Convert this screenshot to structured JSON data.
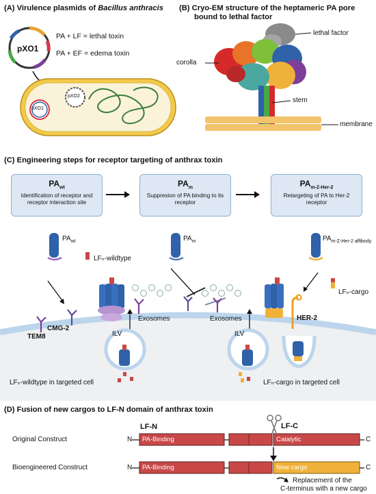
{
  "panelA": {
    "title_prefix": "(A) Virulence plasmids of ",
    "title_italic": "Bacillus anthracis",
    "plasmid_label": "pXO1",
    "line1": "PA + LF = lethal toxin",
    "line2": "PA + EF = edema toxin",
    "inner_pxo1": "pXO1",
    "inner_pxo2": "pXO2"
  },
  "panelB": {
    "title_line1": "(B) Cryo-EM structure of the heptameric PA pore",
    "title_line2": "bound to lethal factor",
    "labels": {
      "lethal_factor": "lethal factor",
      "corolla": "corolla",
      "stem": "stem",
      "membrane": "membrane"
    }
  },
  "panelC": {
    "title": "(C) Engineering steps for receptor targeting of anthrax toxin",
    "steps": [
      {
        "title_main": "PA",
        "title_sub": "wt",
        "desc": "Identification of receptor and receptor interaction site"
      },
      {
        "title_main": "PA",
        "title_sub": "m",
        "desc": "Suppresion of PA binding to its receptor"
      },
      {
        "title_main": "PA",
        "title_sub": "m-Z-Her-2",
        "desc": "Retargeting of PA to Her-2 receptor"
      }
    ],
    "labels": {
      "pa_wt_main": "PA",
      "pa_wt_sub": "wt",
      "lfn_wildtype": "LFₙ-wildtype",
      "pa_m_main": "PA",
      "pa_m_sub": "m",
      "pa_affi_main": "PA",
      "pa_affi_sub": "m-Z-Her-2 affibody",
      "lfn_cargo": "LFₙ-cargo",
      "tem8": "TEM8",
      "cmg2": "CMG-2",
      "exosomes_left": "Exosomes",
      "exosomes_right": "Exosomes",
      "her2": "HER-2",
      "ilv_left": "ILV",
      "ilv_right": "ILV",
      "cell_left": "LFₙ-wildtype in targeted cell",
      "cell_right": "LFₙ-cargo in targeted cell"
    }
  },
  "panelD": {
    "title": "(D) Fusion of new cargos to LF-N domain of anthrax toxin",
    "lfn_label": "LF-N",
    "lfc_label": "LF-C",
    "row1_label": "Original Construct",
    "row2_label": "Bioengineered Construct",
    "n_term": "N",
    "c_term": "C",
    "pa_binding": "PA-Binding",
    "catalytic": "Catalytic",
    "new_cargo": "New cargo",
    "note_line1": "Replacement of the",
    "note_line2": "C-terminus with a new cargo"
  },
  "colors": {
    "pa_blue": "#2f62a8",
    "lf_red": "#c84848",
    "cargo_orange": "#f0b13a",
    "membrane": "#bcd5ec",
    "cell_fill": "#eef0f2",
    "box_fill": "#dde8f4"
  }
}
